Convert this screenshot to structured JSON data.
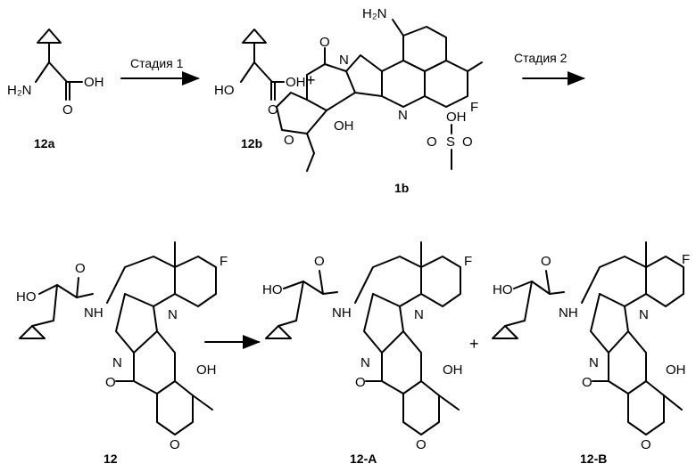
{
  "atoms": {
    "h2n": "H₂N",
    "oh": "OH",
    "ho": "HO",
    "o": "O",
    "n": "N",
    "f": "F",
    "nh": "NH",
    "s": "S",
    "ch3_free": ""
  },
  "stages": {
    "stage1": "Стадия 1",
    "stage2": "Стадия 2"
  },
  "plus": "+",
  "labels": {
    "c12a": "12a",
    "c12b": "12b",
    "c1b": "1b",
    "c12": "12",
    "c12A": "12-A",
    "c12B": "12-B"
  }
}
